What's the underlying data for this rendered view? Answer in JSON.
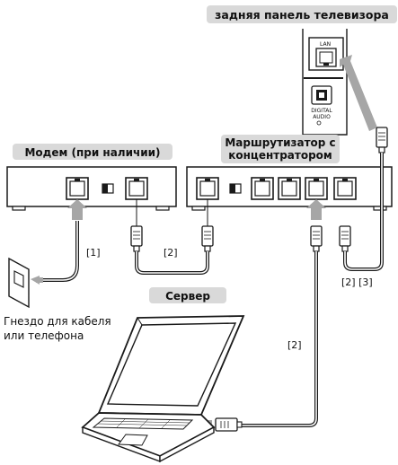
{
  "labels": {
    "tv_panel": "задняя панель телевизора",
    "tv_lan": "LAN",
    "tv_digital_audio_1": "DIGITAL",
    "tv_digital_audio_2": "AUDIO",
    "modem": "Модем (при наличии)",
    "router_1": "Маршрутизатор с",
    "router_2": "концентратором",
    "server": "Сервер",
    "wall_jack_1": "Гнездо для кабеля",
    "wall_jack_2": "или телефона",
    "cable_1": "[1]",
    "cable_2a": "[2]",
    "cable_2b": "[2]",
    "cable_23": "[2] [3]"
  },
  "colors": {
    "label_bg": "#d9d9d9",
    "line": "#1a1a1a",
    "cable_gray": "#9e9e9e",
    "arrow_gray": "#a6a6a6"
  }
}
